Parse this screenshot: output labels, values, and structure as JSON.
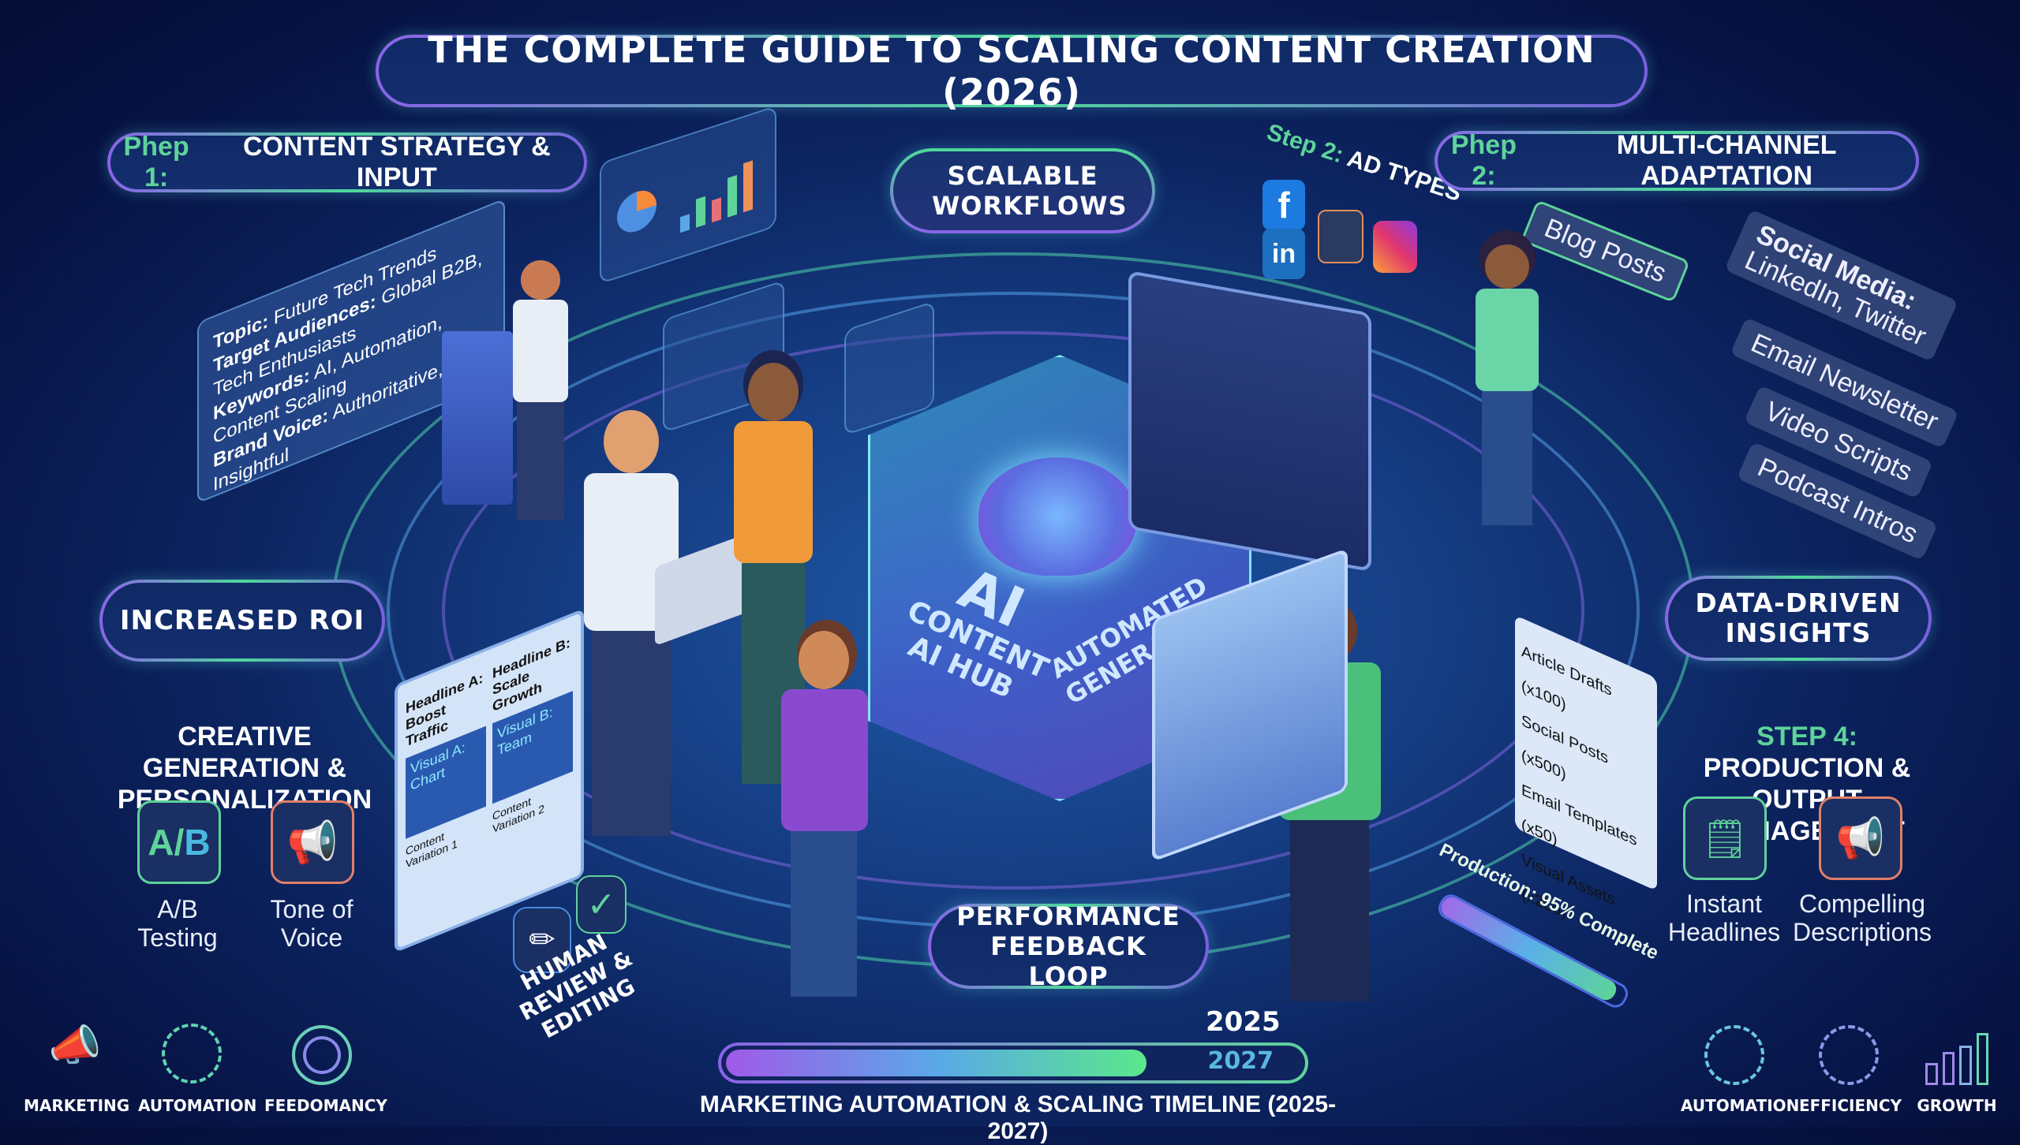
{
  "header": {
    "title": "THE COMPLETE GUIDE TO SCALING CONTENT CREATION (2026)"
  },
  "step1": {
    "prefix": "Phep 1:",
    "label": "CONTENT STRATEGY & INPUT",
    "brief": [
      {
        "key": "Topic:",
        "value": "Future Tech Trends"
      },
      {
        "key": "Target Audiences:",
        "value": "Global B2B, Tech Enthusiasts"
      },
      {
        "key": "Keywords:",
        "value": "AI, Automation, Content Scaling"
      },
      {
        "key": "Brand Voice:",
        "value": "Authoritative, Insightful"
      }
    ]
  },
  "step2_ads": {
    "prefix": "Step 2:",
    "label": "AD TYPES",
    "platforms": [
      "facebook",
      "google-ads",
      "instagram",
      "linkedin"
    ]
  },
  "step2": {
    "prefix": "Phep 2:",
    "label": "MULTI-CHANNEL ADAPTATION",
    "source": "Blog Posts",
    "channels": [
      {
        "title": "Social Media:",
        "detail": "LinkedIn, Twitter"
      },
      {
        "title": "",
        "detail": "Email Newsletter"
      },
      {
        "title": "",
        "detail": "Video Scripts"
      },
      {
        "title": "",
        "detail": "Podcast Intros"
      }
    ]
  },
  "badges": {
    "scalable_workflows": "SCALABLE WORKFLOWS",
    "increased_roi": "INCREASED ROI",
    "data_driven": "DATA-DRIVEN INSIGHTS",
    "feedback_loop": "PERFORMANCE FEEDBACK LOOP"
  },
  "hub": {
    "big": "AI",
    "line1": "CONTENT",
    "line2": "AI HUB",
    "side": "AUTOMATED GENERATION"
  },
  "creative": {
    "title": "CREATIVE GENERATION & PERSONALIZATION",
    "items": [
      {
        "icon": "ab-testing-icon",
        "label": "A/B Testing"
      },
      {
        "icon": "megaphone-icon",
        "label": "Tone of Voice"
      }
    ]
  },
  "ab_screen": {
    "a": {
      "headline": "Headline A: Boost Traffic",
      "visual": "Visual A: Chart",
      "variation": "Content Variation 1"
    },
    "b": {
      "headline": "Headline B: Scale Growth",
      "visual": "Visual B: Team",
      "variation": "Content Variation 2"
    }
  },
  "review": {
    "label": "HUMAN REVIEW & EDITING"
  },
  "output": {
    "items": [
      "Article Drafts (x100)",
      "Social Posts (x500)",
      "Email Templates (x50)",
      "Visual Assets (x250)"
    ],
    "progress_label": "Production: 95% Complete",
    "progress_pct": 95
  },
  "step4": {
    "prefix": "STEP 4:",
    "label": "PRODUCTION & OUTPUT MANAGEMENT",
    "items": [
      {
        "icon": "document-edit-icon",
        "label": "Instant Headlines"
      },
      {
        "icon": "megaphone-icon",
        "label": "Compelling Descriptions"
      }
    ]
  },
  "timeline": {
    "start": "2025",
    "end": "2027",
    "fill_pct": 72,
    "caption": "MARKETING AUTOMATION & SCALING TIMELINE (2025-2027)"
  },
  "footer_left": [
    {
      "icon": "megaphone-icon",
      "label": "MARKETING"
    },
    {
      "icon": "gear-target-icon",
      "label": "AUTOMATION"
    },
    {
      "icon": "target-cycle-icon",
      "label": "FEEDOMANCY"
    }
  ],
  "footer_right": [
    {
      "icon": "gears-cycle-icon",
      "label": "AUTOMATION"
    },
    {
      "icon": "gauge-arrow-icon",
      "label": "EFFICIENCY"
    },
    {
      "icon": "growth-chart-icon",
      "label": "GROWTH"
    }
  ],
  "colors": {
    "accent_green": "#5ed39a",
    "accent_purple": "#8a63e8",
    "accent_blue": "#5aa8e8",
    "bg": "#0a1c52"
  }
}
